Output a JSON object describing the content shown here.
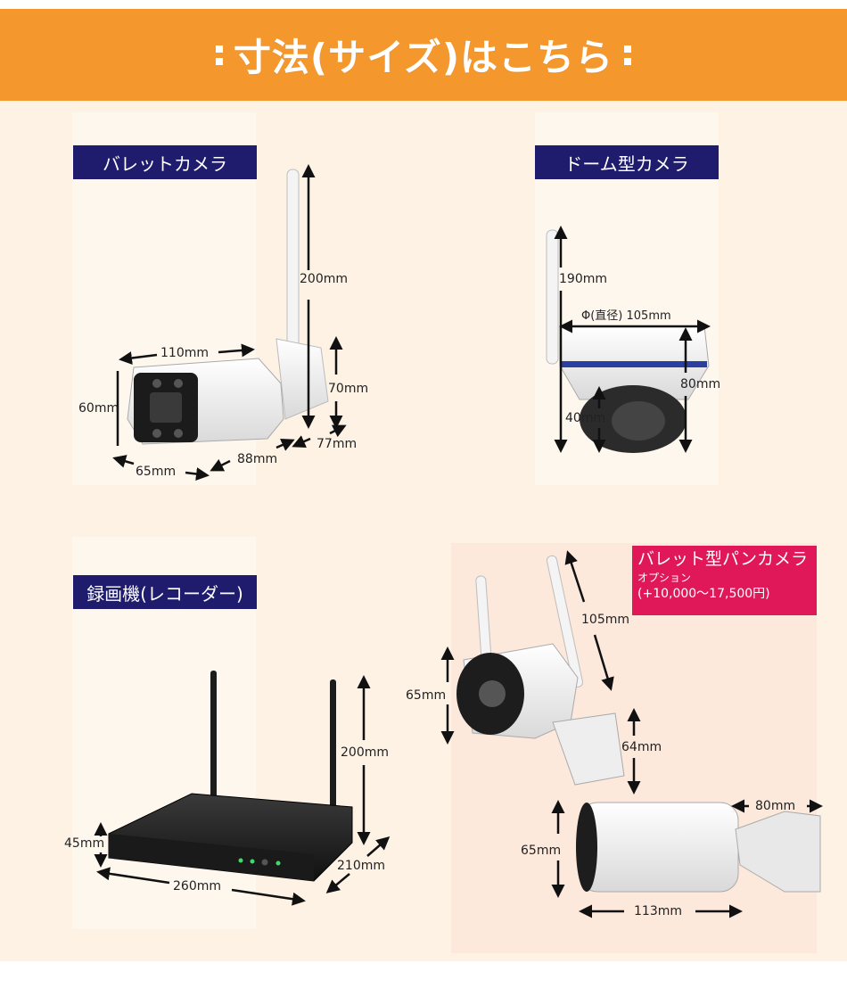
{
  "header": {
    "title": "寸法(サイズ)はこちら"
  },
  "colors": {
    "header_bg": "#f4982e",
    "label_navy": "#1f1c6e",
    "label_pink": "#e0185a",
    "background": "#fdf2e4"
  },
  "bullet": {
    "label": "バレットカメラ",
    "dims": {
      "antenna": "200mm",
      "length": "110mm",
      "height": "60mm",
      "mount_h": "70mm",
      "width": "65mm",
      "depth": "88mm",
      "base": "77mm"
    }
  },
  "dome": {
    "label": "ドーム型カメラ",
    "dims": {
      "total": "190mm",
      "diameter": "Φ(直径) 105mm",
      "height": "80mm",
      "lens": "40mm"
    }
  },
  "recorder": {
    "label": "録画機(レコーダー)",
    "dims": {
      "antenna": "200mm",
      "height": "45mm",
      "width": "260mm",
      "depth": "210mm"
    }
  },
  "pan": {
    "label": "バレット型パンカメラ",
    "note": "オプション",
    "price": "(+10,000〜17,500円)",
    "dims": {
      "antenna": "105mm",
      "head": "65mm",
      "mount": "64mm",
      "side_h": "65mm",
      "side_arm": "80mm",
      "side_len": "113mm"
    }
  }
}
